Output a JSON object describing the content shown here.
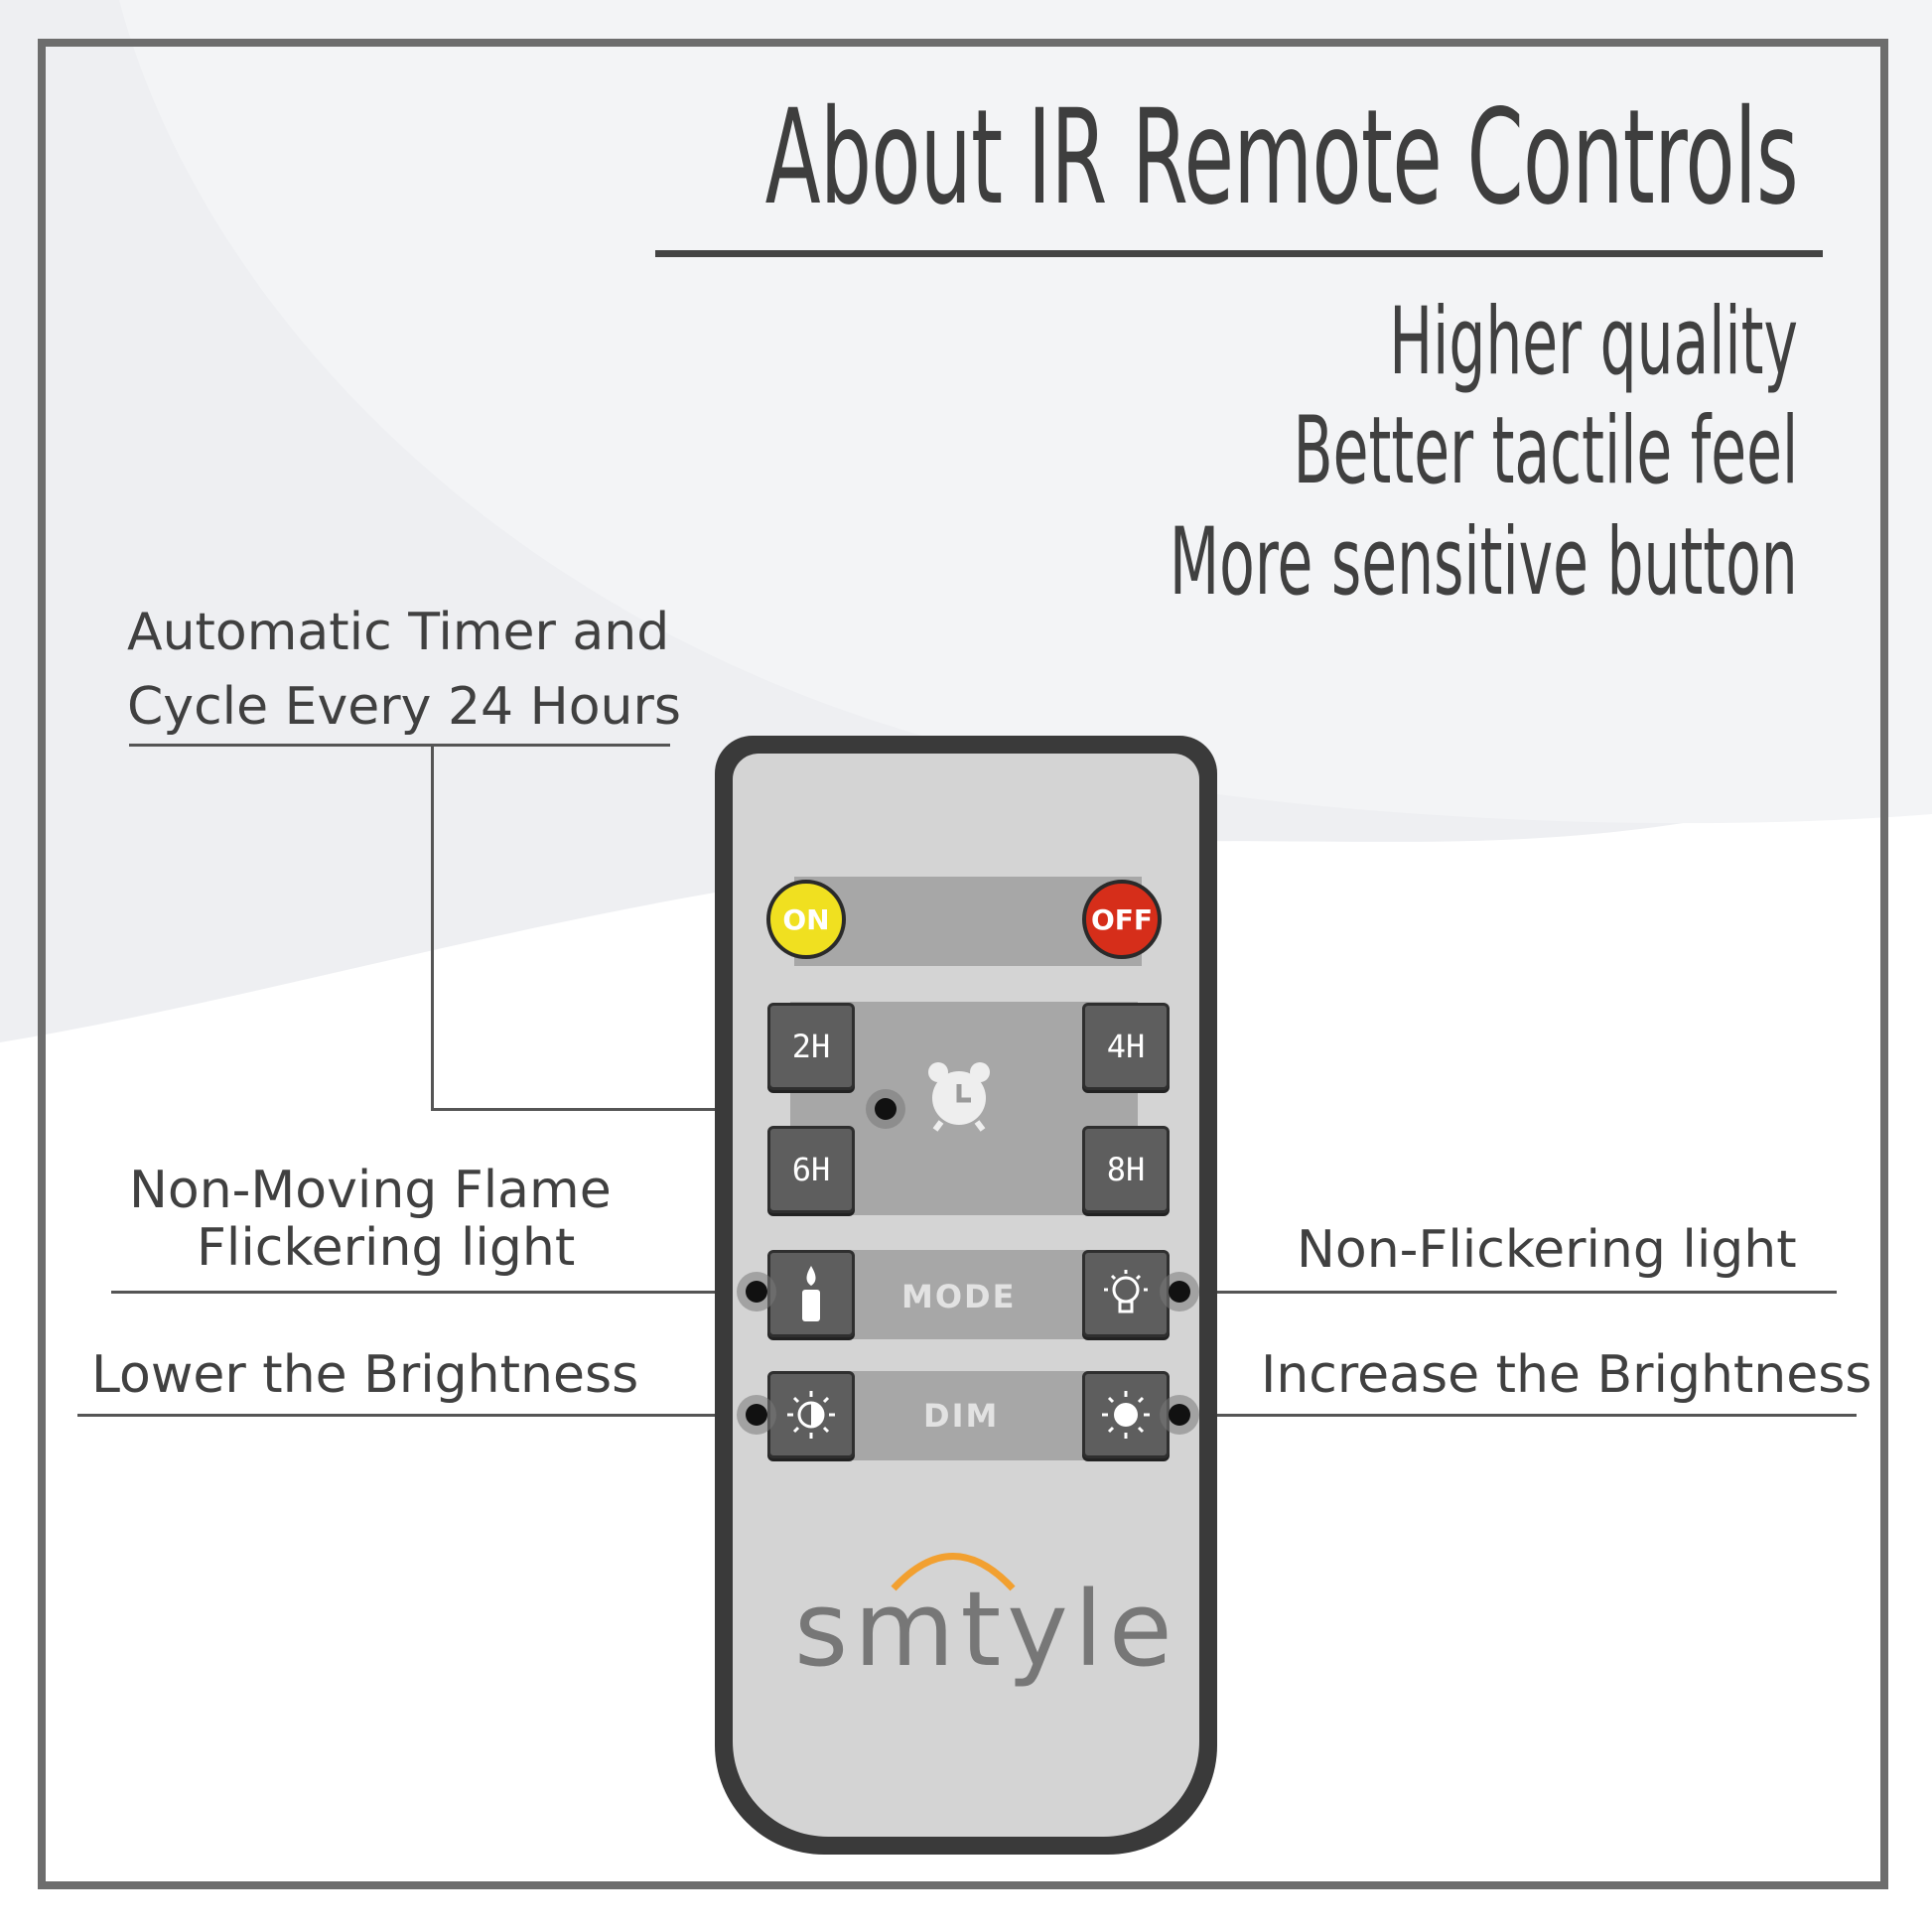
{
  "title": "About IR Remote Controls",
  "features": [
    "Higher quality",
    "Better tactile feel",
    "More sensitive button"
  ],
  "labels": {
    "timer_line1": "Automatic Timer and",
    "timer_line2": "Cycle Every 24 Hours",
    "mode_left_line1": "Non-Moving Flame",
    "mode_left_line2": "Flickering light",
    "mode_right": "Non-Flickering light",
    "dim_left": "Lower the Brightness",
    "dim_right": "Increase the Brightness"
  },
  "remote": {
    "on": "ON",
    "off": "OFF",
    "timers": [
      "2H",
      "4H",
      "6H",
      "8H"
    ],
    "mode": "MODE",
    "dim": "DIM",
    "brand": "smtyle"
  },
  "colors": {
    "on": "#f0e020",
    "off": "#d62e1a",
    "arc": "#f2a030"
  },
  "icons": [
    "alarm-clock-icon",
    "candle-icon",
    "lightbulb-icon",
    "brightness-low-icon",
    "brightness-high-icon"
  ]
}
